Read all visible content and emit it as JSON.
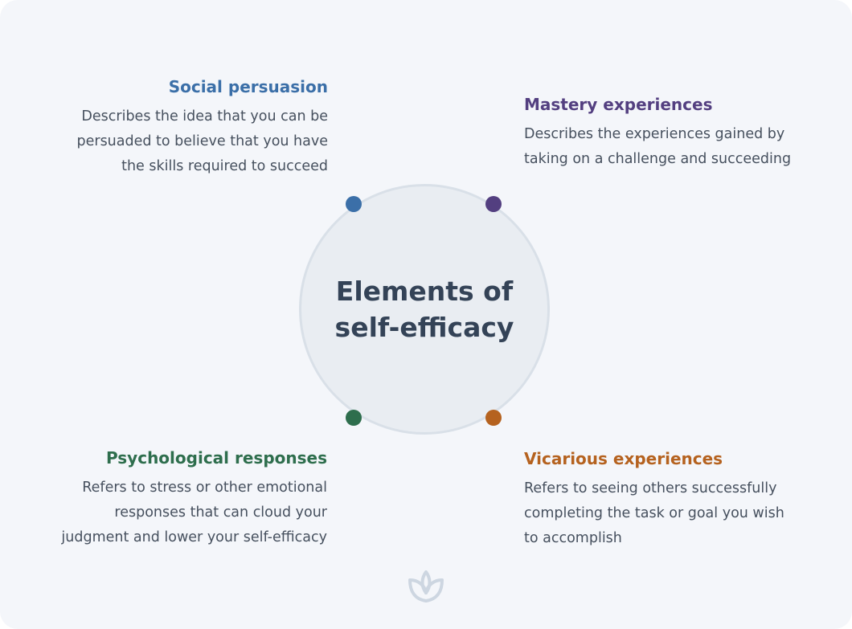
{
  "center": {
    "title_line1": "Elements of",
    "title_line2": "self-efficacy"
  },
  "elements": [
    {
      "key": "social",
      "title": "Social persuasion",
      "color": "#3b6fa8",
      "lines": [
        "Describes the idea that you can be",
        "persuaded to believe that you have",
        "the skills required to succeed"
      ]
    },
    {
      "key": "mastery",
      "title": "Mastery experiences",
      "color": "#533f80",
      "lines": [
        "Describes the experiences gained by",
        "taking on a challenge and succeeding"
      ]
    },
    {
      "key": "psychological",
      "title": "Psychological responses",
      "color": "#2e6e4d",
      "lines": [
        "Refers to stress or other emotional",
        "responses that can cloud your",
        "judgment and lower your self-efficacy"
      ]
    },
    {
      "key": "vicarious",
      "title": "Vicarious experiences",
      "color": "#b5621f",
      "lines": [
        "Refers to seeing others successfully",
        "completing the task or goal you wish",
        "to accomplish"
      ]
    }
  ],
  "colors": {
    "background": "#f4f6fa",
    "circle_fill": "#e9edf2",
    "circle_border": "#d9e0e8",
    "text": "#46505e",
    "center_text": "#344357",
    "logo": "#cdd6e1"
  },
  "icons": {
    "logo": "leaf-logo-icon"
  }
}
